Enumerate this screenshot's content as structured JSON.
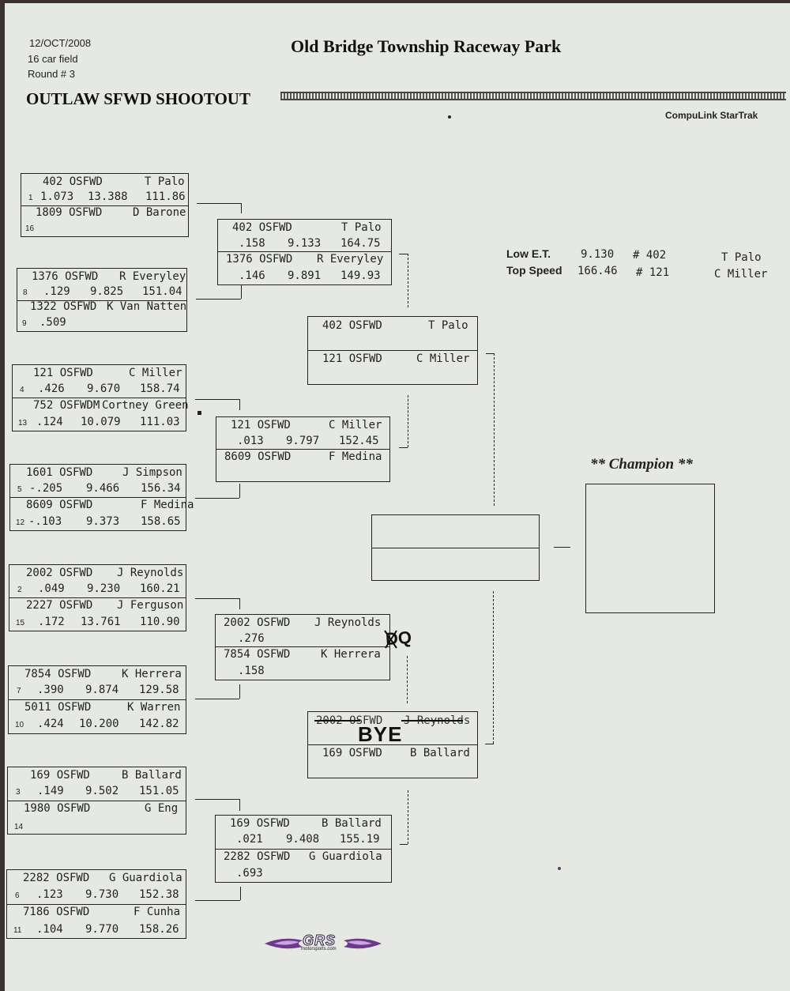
{
  "header": {
    "date": "12/OCT/2008",
    "field": "16 car field",
    "round": "Round # 3",
    "title": "Old Bridge Township Raceway Park",
    "event": "OUTLAW SFWD SHOOTOUT",
    "system": "CompuLink StarTrak"
  },
  "stats": {
    "low_et_label": "Low  E.T.",
    "low_et_value": "9.130",
    "low_et_car": "# 402",
    "low_et_driver": "T Palo",
    "top_speed_label": "Top Speed",
    "top_speed_value": "166.46",
    "top_speed_car": "# 121",
    "top_speed_driver": "C Miller"
  },
  "round1": [
    {
      "a": {
        "seed": "1",
        "car": "402 OSFWD",
        "driver": "T Palo",
        "rt": "1.073",
        "et": "13.388",
        "mph": "111.86"
      },
      "b": {
        "seed": "16",
        "car": "1809 OSFWD",
        "driver": "D Barone",
        "rt": "",
        "et": "",
        "mph": ""
      }
    },
    {
      "a": {
        "seed": "8",
        "car": "1376 OSFWD",
        "driver": "R Everyley",
        "rt": ".129",
        "et": "9.825",
        "mph": "151.04"
      },
      "b": {
        "seed": "9",
        "car": "1322 OSFWD",
        "driver": "K Van Natten",
        "rt": ".509",
        "et": "",
        "mph": ""
      }
    },
    {
      "a": {
        "seed": "4",
        "car": "121 OSFWD",
        "driver": "C Miller",
        "rt": ".426",
        "et": "9.670",
        "mph": "158.74"
      },
      "b": {
        "seed": "13",
        "car": "752 OSFWDM",
        "driver": "Cortney Green",
        "rt": ".124",
        "et": "10.079",
        "mph": "111.03"
      }
    },
    {
      "a": {
        "seed": "5",
        "car": "1601 OSFWD",
        "driver": "J Simpson",
        "rt": "-.205",
        "et": "9.466",
        "mph": "156.34"
      },
      "b": {
        "seed": "12",
        "car": "8609 OSFWD",
        "driver": "F Medina",
        "rt": "-.103",
        "et": "9.373",
        "mph": "158.65"
      }
    },
    {
      "a": {
        "seed": "2",
        "car": "2002 OSFWD",
        "driver": "J Reynolds",
        "rt": ".049",
        "et": "9.230",
        "mph": "160.21"
      },
      "b": {
        "seed": "15",
        "car": "2227 OSFWD",
        "driver": "J Ferguson",
        "rt": ".172",
        "et": "13.761",
        "mph": "110.90"
      }
    },
    {
      "a": {
        "seed": "7",
        "car": "7854 OSFWD",
        "driver": "K Herrera",
        "rt": ".390",
        "et": "9.874",
        "mph": "129.58"
      },
      "b": {
        "seed": "10",
        "car": "5011 OSFWD",
        "driver": "K Warren",
        "rt": ".424",
        "et": "10.200",
        "mph": "142.82"
      }
    },
    {
      "a": {
        "seed": "3",
        "car": "169 OSFWD",
        "driver": "B Ballard",
        "rt": ".149",
        "et": "9.502",
        "mph": "151.05"
      },
      "b": {
        "seed": "14",
        "car": "1980 OSFWD",
        "driver": "G Eng",
        "rt": "",
        "et": "",
        "mph": ""
      }
    },
    {
      "a": {
        "seed": "6",
        "car": "2282 OSFWD",
        "driver": "G Guardiola",
        "rt": ".123",
        "et": "9.730",
        "mph": "152.38"
      },
      "b": {
        "seed": "11",
        "car": "7186 OSFWD",
        "driver": "F Cunha",
        "rt": ".104",
        "et": "9.770",
        "mph": "158.26"
      }
    }
  ],
  "round2": [
    {
      "a": {
        "car": "402 OSFWD",
        "driver": "T Palo",
        "rt": ".158",
        "et": "9.133",
        "mph": "164.75"
      },
      "b": {
        "car": "1376 OSFWD",
        "driver": "R Everyley",
        "rt": ".146",
        "et": "9.891",
        "mph": "149.93"
      }
    },
    {
      "a": {
        "car": "121 OSFWD",
        "driver": "C Miller",
        "rt": ".013",
        "et": "9.797",
        "mph": "152.45"
      },
      "b": {
        "car": "8609 OSFWD",
        "driver": "F Medina",
        "rt": "",
        "et": "",
        "mph": ""
      }
    },
    {
      "a": {
        "car": "2002 OSFWD",
        "driver": "J Reynolds",
        "rt": ".276",
        "et": "",
        "mph": ""
      },
      "b": {
        "car": "7854 OSFWD",
        "driver": "K Herrera",
        "rt": ".158",
        "et": "",
        "mph": ""
      }
    },
    {
      "a": {
        "car": "169 OSFWD",
        "driver": "B Ballard",
        "rt": ".021",
        "et": "9.408",
        "mph": "155.19"
      },
      "b": {
        "car": "2282 OSFWD",
        "driver": "G Guardiola",
        "rt": ".693",
        "et": "",
        "mph": ""
      }
    }
  ],
  "semis": [
    {
      "a": {
        "car": "402 OSFWD",
        "driver": "T Palo"
      },
      "b": {
        "car": "121 OSFWD",
        "driver": "C Miller"
      }
    },
    {
      "a": {
        "car": "2002 OSFWD",
        "driver": "J Reynolds"
      },
      "b": {
        "car": "169 OSFWD",
        "driver": "B Ballard"
      }
    }
  ],
  "handwritten": {
    "dq": "DQ",
    "bye": "BYE"
  },
  "champion_label": "** Champion **",
  "logo": {
    "text": "GRS",
    "subtext": "motorsports.com"
  }
}
